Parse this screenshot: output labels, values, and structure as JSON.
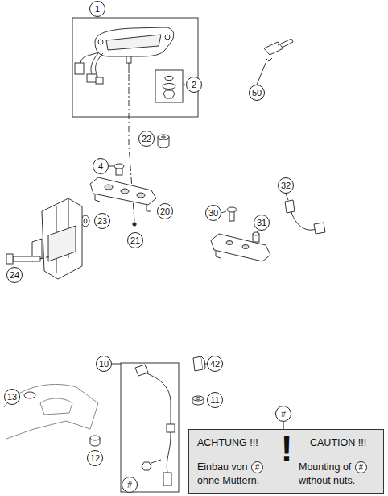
{
  "diagram": {
    "nodes": [
      {
        "text": [
          "1"
        ]
      },
      {
        "text": [
          "2"
        ]
      },
      {
        "text": [
          "50"
        ]
      },
      {
        "text": [
          "22"
        ]
      },
      {
        "text": [
          "4"
        ]
      },
      {
        "text": [
          "32"
        ]
      },
      {
        "text": [
          "30"
        ]
      },
      {
        "text": [
          "20"
        ]
      },
      {
        "text": [
          "23"
        ]
      },
      {
        "text": [
          "31"
        ]
      },
      {
        "text": [
          "21"
        ]
      },
      {
        "text": [
          "24"
        ]
      },
      {
        "text": [
          "10"
        ]
      },
      {
        "text": [
          "42"
        ]
      },
      {
        "text": [
          "13"
        ]
      },
      {
        "text": [
          "11"
        ]
      },
      {
        "text": [
          "#"
        ]
      },
      {
        "text": [
          "ACHTUNG !!!",
          "!",
          "CAUTION !!!",
          "Einbau von # ohne Muttern.",
          "Mounting of # without nuts."
        ]
      },
      {
        "text": [
          "12"
        ]
      },
      {
        "text": [
          "#"
        ]
      }
    ],
    "edges": [
      {
        "from": 16,
        "to": 17,
        "arrow": "none"
      }
    ]
  }
}
